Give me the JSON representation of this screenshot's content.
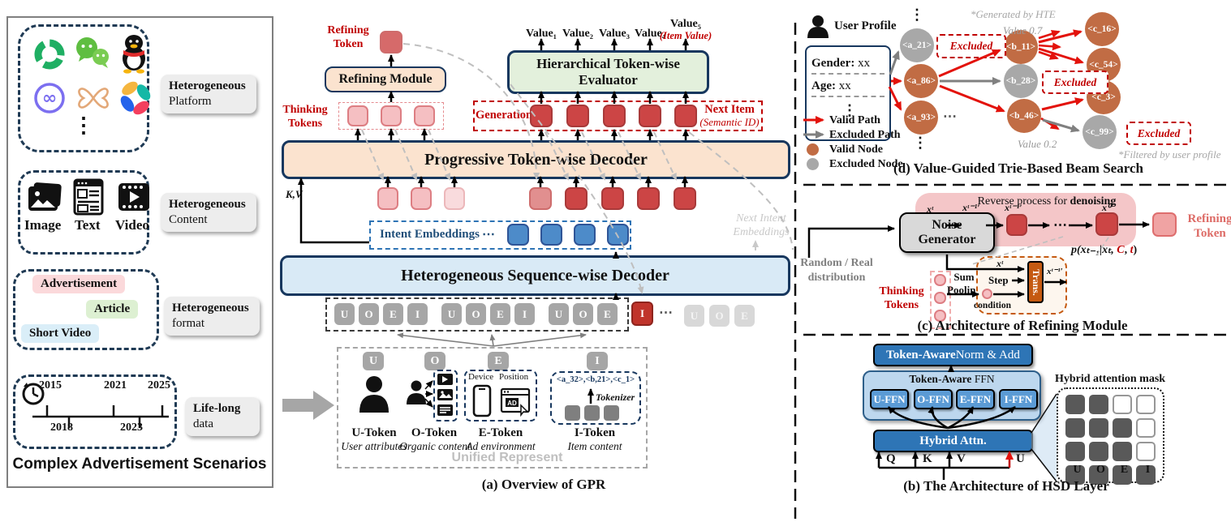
{
  "colors": {
    "accent_red": "#C00000",
    "navy": "#17375E",
    "peach": "#FBE3CF",
    "light_blue": "#D9EAF6",
    "green": "#E3F0DC",
    "bar_blue": "#2E75B6",
    "ffn_blue": "#5B9BD5",
    "valid_node": "#C16C44",
    "excluded_node": "#A8A8A8",
    "trans_orange": "#C55A11"
  },
  "left_panel": {
    "title": "Complex Advertisement Scenarios",
    "platform": {
      "label_line1": "Heterogeneous",
      "label_line2": "Platform",
      "ellipsis": "⋮",
      "icons": [
        "recycle-green",
        "wechat",
        "qq-penguin",
        "infinity-circle",
        "butterfly",
        "pinwheel"
      ]
    },
    "content": {
      "label_line1": "Heterogeneous",
      "label_line2": "Content",
      "items": [
        "Image",
        "Text",
        "Video"
      ]
    },
    "format": {
      "label_line1": "Heterogeneous",
      "label_line2": "format",
      "chips": [
        "Advertisement",
        "Article",
        "Short Video"
      ]
    },
    "lifelong": {
      "label_line1": "Life-long",
      "label_line2": "data",
      "years_top": [
        "2015",
        "2021",
        "2025"
      ],
      "years_bottom": [
        "2018",
        "2023"
      ]
    }
  },
  "gpr": {
    "caption": "(a) Overview of GPR",
    "refining_token_line1": "Refining",
    "refining_token_line2": "Token",
    "refining_module": "Refining Module",
    "thinking_line1": "Thinking",
    "thinking_line2": "Tokens",
    "progressive_decoder": "Progressive Token-wise Decoder",
    "generation": "Generation",
    "next_item": "Next Item",
    "next_item_sub": "(Semantic ID)",
    "evaluator_line1": "Hierarchical Token-wise",
    "evaluator_line2": "Evaluator",
    "values": [
      "Value₁",
      "Value₂",
      "Value₃",
      "Value₄",
      "Value₅"
    ],
    "item_value": "(Item Value)",
    "kv": "K,V",
    "intent": "Intent Embeddings",
    "intent_dots": "⋯",
    "hetero_decoder": "Heterogeneous Sequence-wise Decoder",
    "sequence": [
      "U",
      "O",
      "E",
      "I",
      "U",
      "O",
      "E",
      "I",
      "U",
      "O",
      "E"
    ],
    "seq_red": "I",
    "seq_dots": "⋯",
    "seq_faded": [
      "U",
      "O",
      "E"
    ],
    "next_intent_line1": "Next Intent",
    "next_intent_line2": "Embeddings",
    "unified": {
      "badges": [
        "U",
        "O",
        "E",
        "I"
      ],
      "device": "Device",
      "position": "Position",
      "ad": "AD",
      "code": "<a_32>,<b,21>,<c_1>",
      "tokenizer": "Tokenizer",
      "cols": [
        {
          "name": "U-Token",
          "desc": "User attributes"
        },
        {
          "name": "O-Token",
          "desc": "Organic content"
        },
        {
          "name": "E-Token",
          "desc": "Ad environment"
        },
        {
          "name": "I-Token",
          "desc": "Item content"
        }
      ],
      "title": "Unified Represent"
    }
  },
  "beam": {
    "caption": "(d) Value-Guided Trie-Based Beam Search",
    "user_profile": "User Profile",
    "gender_label": "Gender:",
    "gender_value": " xx",
    "age_label": "Age:",
    "age_value": " xx",
    "profile_dots": "⋮",
    "legend": [
      {
        "label": "Valid Path"
      },
      {
        "label": "Excluded Path"
      },
      {
        "label": "Valid Node"
      },
      {
        "label": "Excluded Node"
      }
    ],
    "nodes": [
      {
        "label": "<a_21>",
        "type": "excl"
      },
      {
        "label": "<a_86>",
        "type": "valid"
      },
      {
        "label": "<a_93>",
        "type": "valid"
      },
      {
        "label": "<b_11>",
        "type": "valid"
      },
      {
        "label": "<b_28>",
        "type": "excl"
      },
      {
        "label": "<b_46>",
        "type": "valid"
      },
      {
        "label": "<c_16>",
        "type": "valid"
      },
      {
        "label": "<c_54>",
        "type": "valid"
      },
      {
        "label": "<c_3>",
        "type": "valid"
      },
      {
        "label": "<c_99>",
        "type": "excl"
      }
    ],
    "excluded": "Excluded",
    "generated_note": "*Generated by HTE",
    "filtered_note": "*Filtered by user profile",
    "value_top": "Value 0.7",
    "value_bottom": "Value 0.2",
    "dots_v": "⋮",
    "dots_h": "⋯"
  },
  "refine": {
    "caption": "(c) Architecture of Refining Module",
    "noise_line1": "Noise",
    "noise_line2": "Generator",
    "random_line1": "Random / Real",
    "random_line2": "distribution",
    "reverse_normal": "Reverse process for ",
    "reverse_bold": "denoising",
    "x_labels": [
      "xᵗ",
      "xᵗ⁻¹′",
      "xᵗ⁻¹′",
      "x⁰′"
    ],
    "dots": "⋯",
    "refining_line1": "Refining",
    "refining_line2": "Token",
    "thinking_line1": "Thinking",
    "thinking_line2": "Tokens",
    "sum_line1": "Sum",
    "sum_line2": "Pooling",
    "xt": "xᵗ",
    "step": "Step",
    "condition": "condition",
    "trans": "Trans.",
    "xt1": "xᵗ⁻¹′",
    "formula_pre": "p(xₜ₋₁|xₜ, ",
    "formula_c": "C",
    "formula_mid": ", ",
    "formula_t": "t",
    "formula_post": ")"
  },
  "hsd": {
    "caption": "(b) The Architecture of HSD Layer",
    "norm_bold": "Token-Aware",
    "norm_rest": " Norm & Add",
    "ffn_bold": "Token-Aware",
    "ffn_rest": " FFN",
    "ffn_buttons": [
      "U-FFN",
      "O-FFN",
      "E-FFN",
      "I-FFN"
    ],
    "hybrid": "Hybrid Attn.",
    "q": "Q",
    "k": "K",
    "v": "V",
    "u": "U",
    "mask_title": "Hybrid attention mask",
    "mask_cols": [
      "U",
      "O",
      "E",
      "I"
    ],
    "mask_rows": [
      [
        1,
        1,
        0,
        0
      ],
      [
        1,
        1,
        1,
        0
      ],
      [
        1,
        1,
        1,
        0
      ],
      [
        1,
        1,
        1,
        1
      ]
    ]
  }
}
